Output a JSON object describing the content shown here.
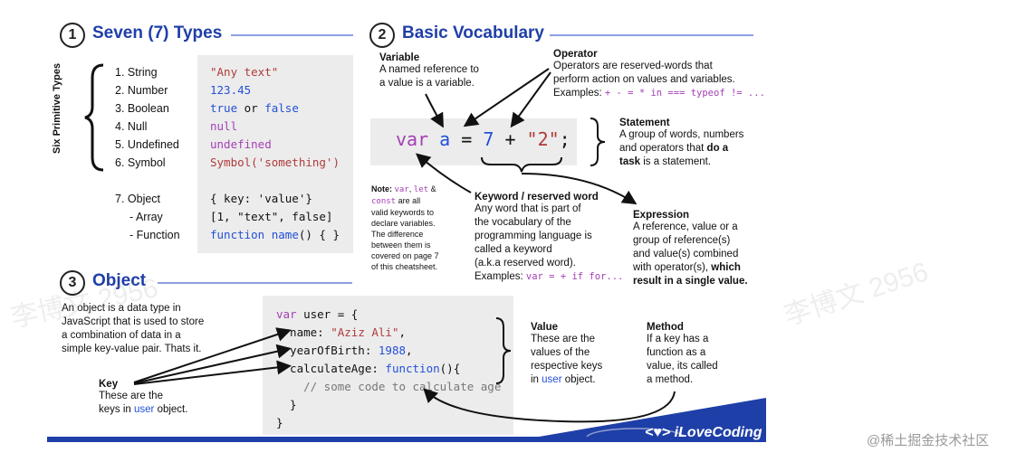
{
  "section1": {
    "number": "1",
    "title": "Seven (7) Types",
    "side_label": "Six Primitive Types",
    "types": [
      "1. String",
      "2. Number",
      "3. Boolean",
      "4. Null",
      "5. Undefined",
      "6. Symbol"
    ],
    "object_type": "7. Object",
    "object_subtypes": [
      "- Array",
      "- Function"
    ],
    "examples": {
      "string": "\"Any text\"",
      "number": "123.45",
      "boolean_true": "true",
      "boolean_or": " or ",
      "boolean_false": "false",
      "null": "null",
      "undefined": "undefined",
      "symbol": "Symbol('something')",
      "object": "{ key: 'value'}",
      "array": "[1, \"text\", false]",
      "function_kw": "function",
      "function_name": " name",
      "function_rest": "() { }"
    }
  },
  "section2": {
    "number": "2",
    "title": "Basic Vocabulary",
    "code": {
      "var": "var",
      "a": "a",
      "eq": "=",
      "seven": "7",
      "plus": "+",
      "two": "\"2\"",
      "semi": ";"
    },
    "variable": {
      "title": "Variable",
      "text": [
        "A named reference to",
        "a value is a variable."
      ]
    },
    "operator": {
      "title": "Operator",
      "text": [
        "Operators are reserved-words that",
        "perform action on values and variables."
      ],
      "examples_label": "Examples: ",
      "examples_value": "+ - = * in === typeof != ..."
    },
    "statement": {
      "title": "Statement",
      "line1": "A group of words, numbers",
      "line2a": "and operators that ",
      "line2b": "do a",
      "line3a": "task",
      "line3b": " is a statement."
    },
    "note": {
      "bold": "Note:",
      "kw1": "var",
      "sep1": ", ",
      "kw2": "let",
      "sep2": " &",
      "kw3": "const",
      "rest": [
        "are all",
        "valid keywords to",
        "declare variables.",
        "The difference",
        "between them is",
        "covered on page 7",
        "of this cheatsheet."
      ]
    },
    "keyword": {
      "title": "Keyword / reserved word",
      "text": [
        "Any word that is part of",
        "the vocabulary of the",
        "programming language is",
        "called a keyword",
        "(a.k.a reserved word)."
      ],
      "examples_label": "Examples: ",
      "examples_value": "var = + if for..."
    },
    "expression": {
      "title": "Expression",
      "text": [
        "A reference, value or a",
        "group of reference(s)",
        "and value(s) combined"
      ],
      "line4a": "with operator(s), ",
      "line4b": "which",
      "line5": "result in a single value."
    }
  },
  "section3": {
    "number": "3",
    "title": "Object",
    "description": [
      "An object is a data type in",
      "JavaScript that is used to store",
      "a combination of data in a",
      "simple key-value pair. Thats it."
    ],
    "code": {
      "l1_kw": "var",
      "l1_rest": " user = {",
      "l2_key": "  name: ",
      "l2_val": "\"Aziz Ali\"",
      "l2_end": ",",
      "l3_key": "  yearOfBirth: ",
      "l3_val": "1988",
      "l3_end": ",",
      "l4_key": "  calculateAge: ",
      "l4_val": "function",
      "l4_end": "(){",
      "l5": "    // some code to calculate age",
      "l6": "  }",
      "l7": "}"
    },
    "key": {
      "title": "Key",
      "line1": "These are the",
      "line2a": "keys in ",
      "line2b": "user",
      "line2c": " object."
    },
    "value": {
      "title": "Value",
      "lines": [
        "These are the",
        "values of the",
        "respective keys"
      ],
      "line4a": "in ",
      "line4b": "user",
      "line4c": " object."
    },
    "method": {
      "title": "Method",
      "text": [
        "If a key has a",
        "function as a",
        "value, its called",
        "a method."
      ]
    }
  },
  "brand": "iLoveCoding",
  "watermark": "李博文 2956",
  "credit": "@稀土掘金技术社区",
  "colors": {
    "accent": "#1f3fa8",
    "string": "#b03a3a",
    "number": "#2350d8",
    "keyword": "#a43fb5"
  }
}
